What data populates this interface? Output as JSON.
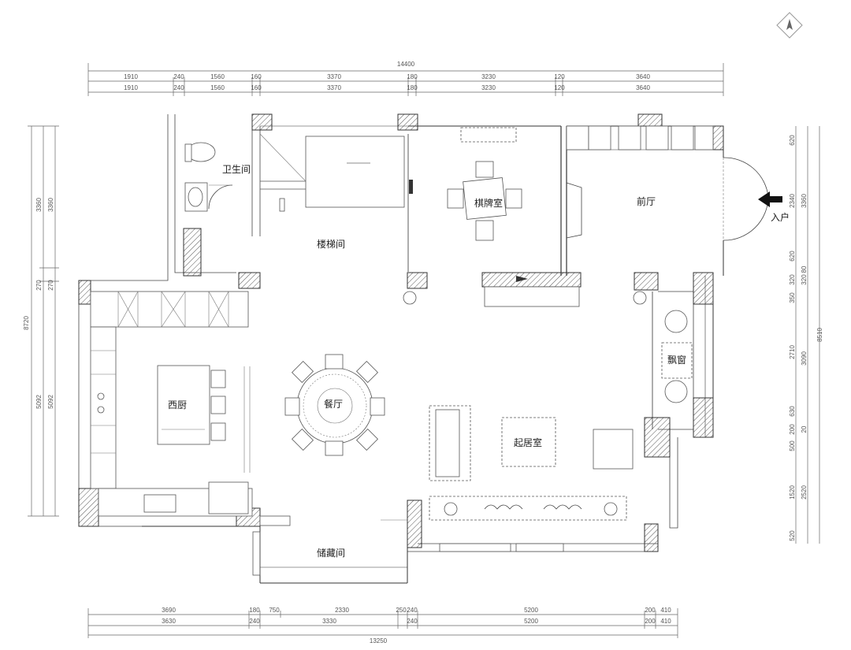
{
  "rooms": {
    "bathroom": "卫生间",
    "stairwell": "楼梯间",
    "chess_room": "棋牌室",
    "foyer": "前厅",
    "entrance": "入户",
    "western_kitchen": "西厨",
    "dining": "餐厅",
    "bay_window": "飘窗",
    "living": "起居室",
    "storage": "储藏间"
  },
  "dims_top": {
    "total": "14400",
    "row1": [
      "1910",
      "240",
      "1560",
      "160",
      "3370",
      "180",
      "3230",
      "120",
      "3640"
    ],
    "row2": [
      "1910",
      "240",
      "1560",
      "160",
      "3370",
      "180",
      "3230",
      "120",
      "3640"
    ]
  },
  "dims_bottom": {
    "total": "13250",
    "row1": [
      "3690",
      "180",
      "750",
      "2330",
      "250",
      "240",
      "5200",
      "200",
      "410"
    ],
    "row2": [
      "3630",
      "240",
      "3330",
      "240",
      "5200",
      "200",
      "410"
    ]
  },
  "dims_left": {
    "total": "8720",
    "col1": [
      "3360",
      "270",
      "5092"
    ],
    "col2": [
      "3360",
      "270",
      "5092"
    ]
  },
  "dims_right": {
    "col1": [
      "620",
      "2340",
      "620",
      "320",
      "350",
      "2710",
      "630",
      "200",
      "500",
      "1520",
      "520"
    ],
    "col2": [
      "3360",
      "320",
      "80",
      "3090",
      "20",
      "2520"
    ],
    "total": "8510"
  },
  "icons": {
    "north": "north-arrow-icon",
    "entry": "entry-arrow-icon"
  }
}
